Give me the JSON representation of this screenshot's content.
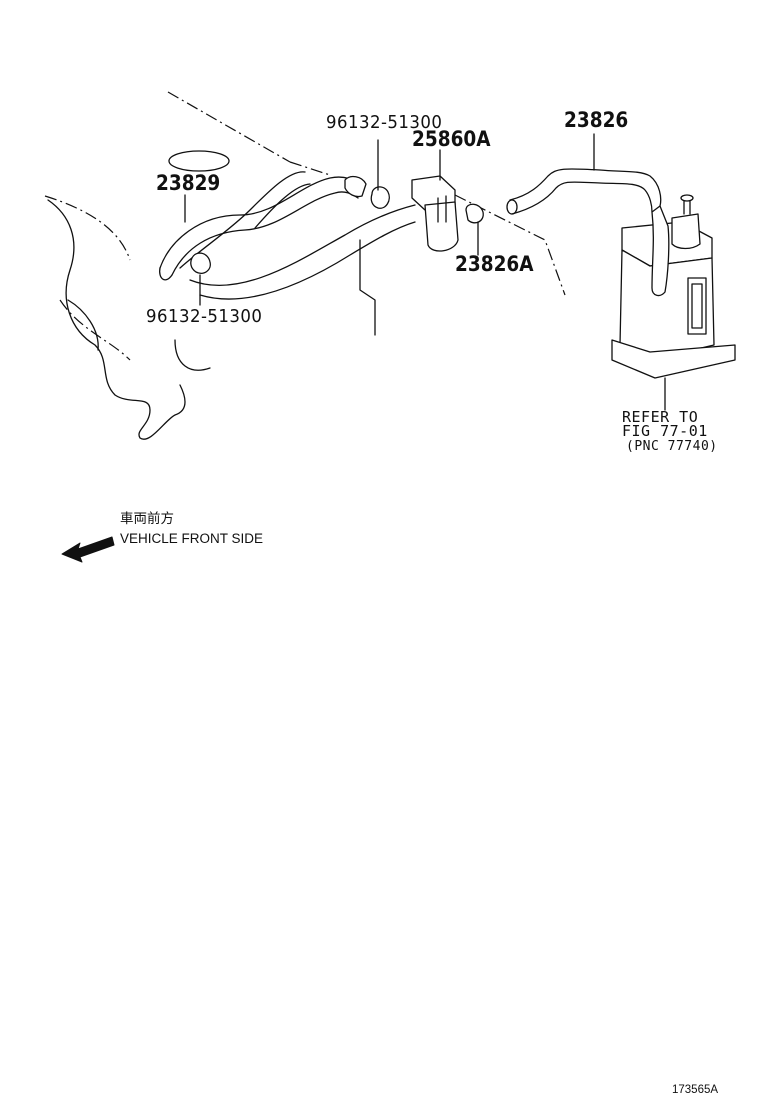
{
  "parts": {
    "hose_23829": "23829",
    "clamp_upper": "96132-51300",
    "valve_25860A": "25860A",
    "hose_23826": "23826",
    "clamp_lower": "96132-51300",
    "hose_23826A": "23826A"
  },
  "reference": {
    "line1": "REFER TO",
    "line2": "FIG 77-01",
    "line3": "(PNC 77740)"
  },
  "direction": {
    "japanese": "車両前方",
    "english": "VEHICLE FRONT SIDE",
    "arrow_icon": "arrow-left-icon"
  },
  "figure_id": "173565A"
}
